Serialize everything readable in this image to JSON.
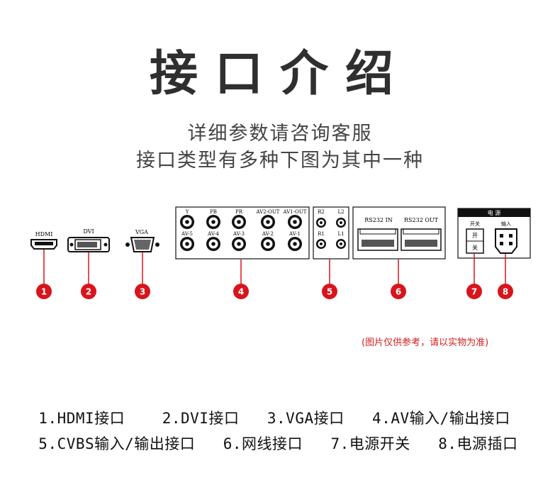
{
  "title": "接口介绍",
  "subtitles": [
    "详细参数请咨询客服",
    "接口类型有多种下图为其中一种"
  ],
  "ports": {
    "hdmi": "HDMI",
    "dvi": "DVI",
    "vga": "VGA",
    "av_top": [
      "Y",
      "PB",
      "PR",
      "AV2-OUT",
      "AV1-OUT"
    ],
    "av_bottom": [
      "AV-5",
      "AV-4",
      "AV-3",
      "AV-2",
      "AV-1"
    ],
    "audio_top": [
      "R2",
      "L2"
    ],
    "audio_bottom": [
      "R1",
      "L1"
    ],
    "rs232": [
      "RS232 IN",
      "RS232 OUT"
    ],
    "power_header": "电 源",
    "switch_label": "开关",
    "switch_marks": [
      "开",
      "关"
    ],
    "input_label": "输入"
  },
  "markers": [
    "1",
    "2",
    "3",
    "4",
    "5",
    "6",
    "7",
    "8"
  ],
  "note": "(图片仅供参考，请以实物为准)",
  "legend": {
    "row1": [
      "1.HDMI接口",
      "2.DVI接口",
      "3.VGA接口",
      "4.AV输入/输出接口"
    ],
    "row2": [
      "5.CVBS输入/输出接口",
      "6.网线接口",
      "7.电源开关",
      "8.电源插口"
    ]
  },
  "colors": {
    "marker": "#d8141c",
    "line": "#d8141c",
    "note": "#d21e1e"
  }
}
